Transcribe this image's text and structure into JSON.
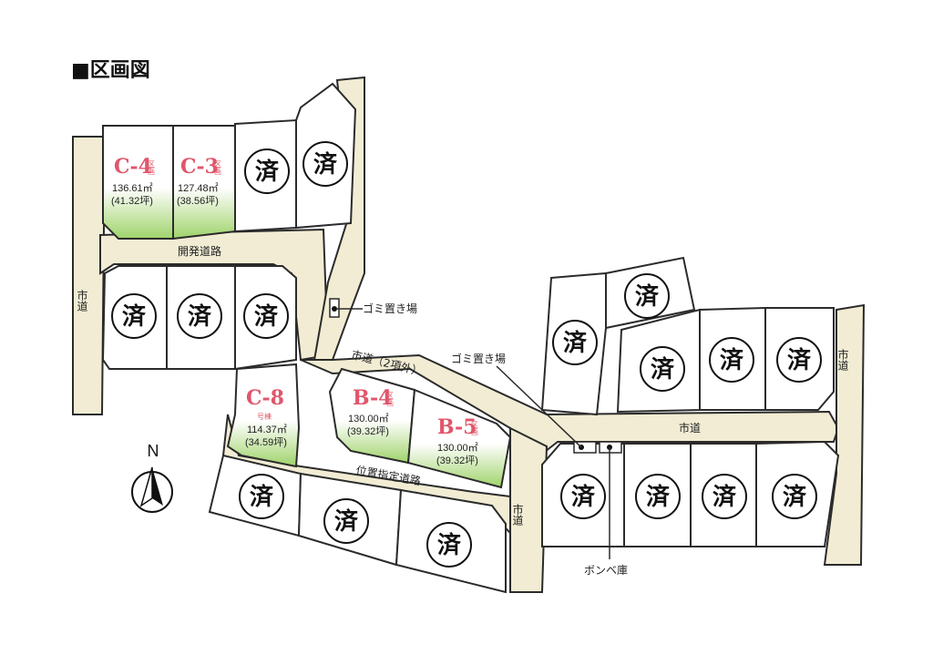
{
  "title": "■区画図",
  "compass": "N",
  "sumi_mark": "済",
  "colors": {
    "road": "#f1ecd3",
    "lot_green": "#9fd36a",
    "lot_label": "#e0566b"
  },
  "lots": [
    {
      "id": "C-4",
      "suffix": "区画",
      "area_m2": "136.61㎡",
      "area_tsubo": "(41.32坪)"
    },
    {
      "id": "C-3",
      "suffix": "区画",
      "area_m2": "127.48㎡",
      "area_tsubo": "(38.56坪)"
    },
    {
      "id": "C-8",
      "suffix": "号棟",
      "area_m2": "114.37㎡",
      "area_tsubo": "(34.59坪)"
    },
    {
      "id": "B-4",
      "suffix": "区画",
      "area_m2": "130.00㎡",
      "area_tsubo": "(39.32坪)"
    },
    {
      "id": "B-5",
      "suffix": "区画",
      "area_m2": "130.00㎡",
      "area_tsubo": "(39.32坪)"
    }
  ],
  "labels": {
    "development_road": "開発道路",
    "city_road": "市道",
    "city_road_2": "市道（2項外）",
    "designated_road": "位置指定道路",
    "garbage_1": "ゴミ置き場",
    "garbage_2": "ゴミ置き場",
    "gas_storage": "ボンベ庫"
  }
}
